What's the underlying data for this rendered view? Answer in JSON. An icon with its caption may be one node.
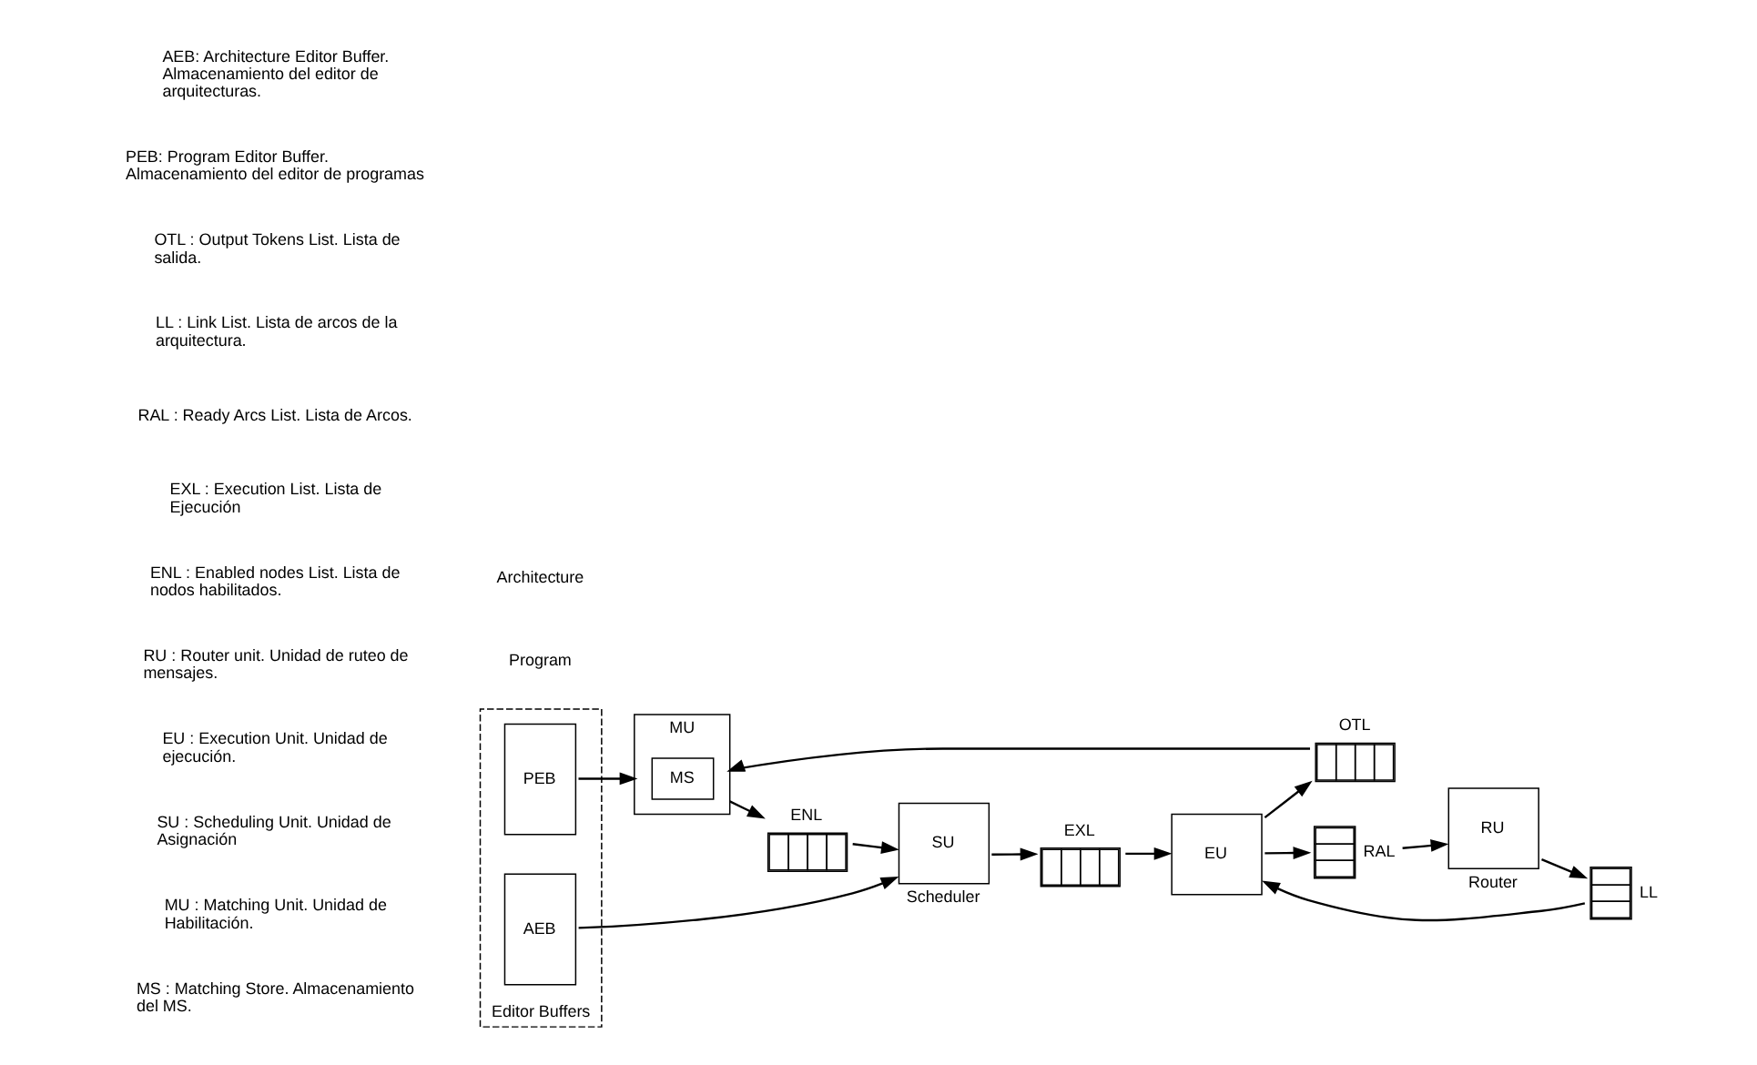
{
  "diagram": {
    "nodes": [
      {
        "text": [
          "Editor Buffers"
        ]
      },
      {
        "text": [
          "PEB"
        ],
        "in": 0
      },
      {
        "text": [
          "AEB"
        ],
        "in": 0
      },
      {
        "text": [
          "MU"
        ]
      },
      {
        "text": [
          "MS"
        ],
        "in": 3
      },
      {
        "text": [
          "ENL"
        ]
      },
      {
        "text": [
          "SU"
        ],
        "beside": [
          "Scheduler"
        ]
      },
      {
        "text": [
          "EXL"
        ]
      },
      {
        "text": [
          "EU"
        ]
      },
      {
        "text": [
          "OTL"
        ]
      },
      {
        "text": [
          "LL"
        ]
      },
      {
        "text": [
          "RAL"
        ]
      },
      {
        "text": [
          "RU"
        ],
        "beside": [
          "Router"
        ]
      }
    ],
    "edges": [
      {
        "from": 1,
        "to": 3,
        "arrow": "to"
      },
      {
        "from": 9,
        "to": 3,
        "arrow": "to"
      },
      {
        "from": 3,
        "to": 5,
        "arrow": "to"
      },
      {
        "from": 5,
        "to": 6,
        "arrow": "to"
      },
      {
        "from": 2,
        "to": 6,
        "arrow": "to"
      },
      {
        "from": 6,
        "to": 7,
        "arrow": "to"
      },
      {
        "from": 7,
        "to": 8,
        "arrow": "to"
      },
      {
        "from": 8,
        "to": 9,
        "arrow": "to"
      },
      {
        "from": 8,
        "to": 11,
        "arrow": "to"
      },
      {
        "from": 11,
        "to": 12,
        "arrow": "to"
      },
      {
        "from": 12,
        "to": 10,
        "arrow": "to"
      },
      {
        "from": 10,
        "to": 8,
        "arrow": "to"
      }
    ],
    "labels": [
      "MS : Matching Store. Almacenamiento del MS.",
      "MU : Matching Unit. Unidad de Habilitación.",
      "SU : Scheduling Unit. Unidad de Asignación",
      "EU : Execution Unit. Unidad de ejecución.",
      "RU : Router unit. Unidad de ruteo de mensajes.",
      "ENL : Enabled nodes List. Lista de nodos habilitados.",
      "EXL : Execution List. Lista de Ejecución",
      "RAL : Ready Arcs List. Lista de Arcos.",
      "LL : Link List. Lista de arcos de la arquitectura.",
      "OTL : Output Tokens List. Lista de salida.",
      "PEB: Program Editor Buffer. Almacenamiento del editor de programas",
      "AEB: Architecture Editor Buffer. Almacenamiento del editor de arquitecturas.",
      "Program",
      "Architecture"
    ]
  }
}
